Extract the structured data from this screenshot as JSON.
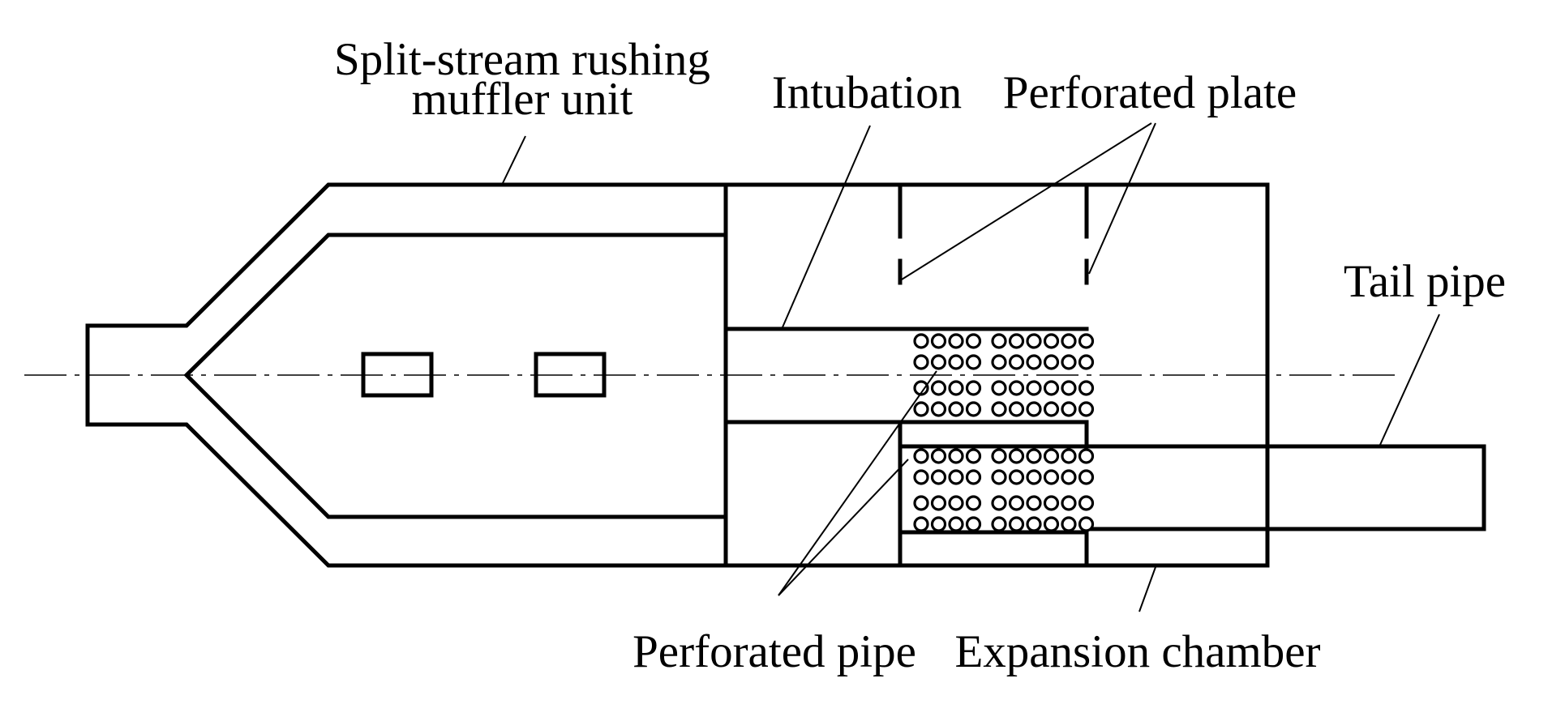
{
  "labels": {
    "splitter_line1": "Split-stream rushing",
    "splitter_line2": "muffler unit",
    "intubation": "Intubation",
    "perforated_plate": "Perforated plate",
    "tail_pipe": "Tail pipe",
    "perforated_pipe": "Perforated pipe",
    "expansion_chamber": "Expansion chamber"
  },
  "perforation": {
    "columns": 10,
    "upper_group_rows": 4,
    "lower_group_rows": 4
  },
  "colors": {
    "line": "#000000",
    "background": "#ffffff"
  }
}
